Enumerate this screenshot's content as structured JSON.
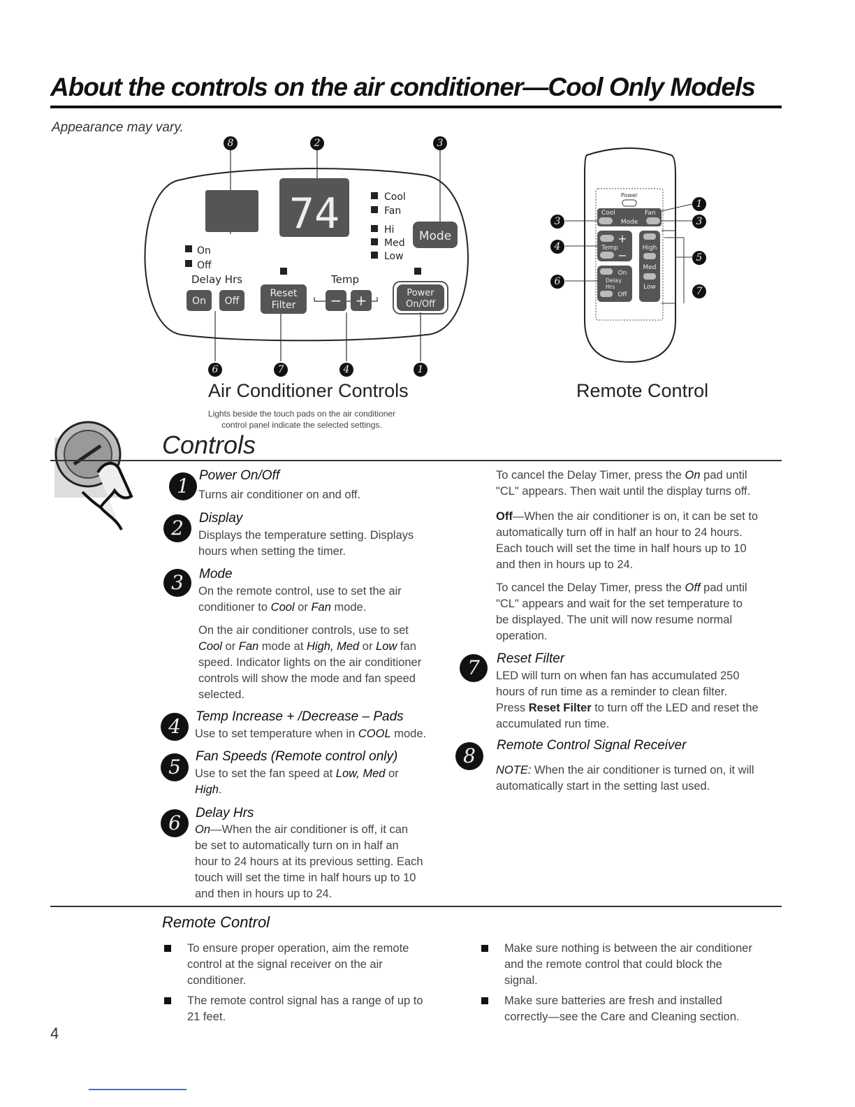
{
  "header": {
    "title": "About the controls on the air conditioner—Cool Only Models",
    "subtitle": "Appearance may vary."
  },
  "panel": {
    "display_digits": "74",
    "mode_labels": [
      "Cool",
      "Fan"
    ],
    "fan_labels": [
      "Hi",
      "Med",
      "Low"
    ],
    "mode_button": "Mode",
    "on_label": "On",
    "off_label": "Off",
    "delay_hrs_label": "Delay Hrs",
    "temp_label": "Temp",
    "btn_on": "On",
    "btn_off": "Off",
    "btn_reset": "Reset",
    "btn_filter": "Filter",
    "btn_minus": "−",
    "btn_plus": "+",
    "btn_power": "Power",
    "btn_onoff": "On/Off",
    "callouts_top": [
      "8",
      "2",
      "3"
    ],
    "callouts_bottom": [
      "6",
      "7",
      "4",
      "1"
    ],
    "caption": "Air Conditioner Controls",
    "note_line1": "Lights beside the touch pads on the air conditioner",
    "note_line2": "control panel indicate the selected settings."
  },
  "remote": {
    "caption": "Remote Control",
    "power": "Power",
    "cool": "Cool",
    "fan": "Fan",
    "mode": "Mode",
    "temp": "Temp",
    "high": "High",
    "med": "Med",
    "low": "Low",
    "on": "On",
    "delay": "Delay",
    "hrs": "Hrs",
    "off": "Off",
    "plus": "+",
    "minus": "−",
    "callouts_left": [
      "3",
      "4",
      "6"
    ],
    "callouts_right": [
      "1",
      "3",
      "5",
      "7"
    ]
  },
  "controls": {
    "heading": "Controls",
    "items": [
      {
        "num": "1",
        "title": "Power On/Off",
        "lines": [
          "Turns air conditioner on and off."
        ]
      },
      {
        "num": "2",
        "title": "Display",
        "lines": [
          "Displays the temperature setting. Displays",
          "hours when setting the timer."
        ]
      },
      {
        "num": "3",
        "title": "Mode"
      },
      {
        "num": "4",
        "title": "Temp Increase + /Decrease – Pads"
      },
      {
        "num": "5",
        "title": "Fan Speeds (Remote control only)"
      },
      {
        "num": "6",
        "title": "Delay Hrs"
      },
      {
        "num": "7",
        "title": "Reset Filter",
        "lines": [
          "LED will turn on when fan has accumulated 250",
          "hours of run time as a reminder to clean filter."
        ]
      },
      {
        "num": "8",
        "title": "Remote Control Signal Receiver"
      }
    ],
    "mode_p1_a": "On the remote control, use to set the air",
    "mode_p1_b": "conditioner to ",
    "mode_cool": "Cool",
    "mode_or": " or ",
    "mode_fan": "Fan",
    "mode_p1_c": " mode.",
    "mode_p2_a": "On the air conditioner controls, use to set",
    "mode_p2_b": " mode at ",
    "mode_high": "High, Med",
    "mode_low": "Low",
    "mode_p2_c": " fan",
    "mode_p2_d": "speed. Indicator lights on the air conditioner",
    "mode_p2_e": "controls will show the mode and fan speed",
    "mode_p2_f": "selected.",
    "temp_a": "Use to set temperature when in ",
    "temp_cool": "COOL",
    "temp_b": " mode.",
    "fan_a": "Use to set the fan speed at ",
    "fan_lowmed": "Low, Med",
    "fan_or": " or",
    "fan_high": "High",
    "fan_dot": ".",
    "delay_on": "On",
    "delay_on_rest": "—When the air conditioner is off, it can",
    "delay_l2": "be set to automatically turn on in half an",
    "delay_l3": "hour to 24 hours at its previous setting. Each",
    "delay_l4": "touch will set the time in half hours up to 10",
    "delay_l5": "and then in hours up to 24.",
    "cancel1_a": "To cancel the Delay Timer, press the ",
    "cancel1_on": "On",
    "cancel1_b": " pad until",
    "cancel1_l2": "\"CL\" appears. Then wait until the display turns off.",
    "off_label": "Off",
    "off_rest": "—When the air conditioner is on, it can be set to",
    "off_l2": "automatically turn off in half an hour to 24 hours.",
    "off_l3": "Each touch will set the time in half hours up to 10",
    "off_l4": "and then in hours up to 24.",
    "cancel2_a": "To cancel the Delay Timer, press the ",
    "cancel2_off": "Off",
    "cancel2_b": " pad until",
    "cancel2_l2": "\"CL\" appears and wait for the set temperature to",
    "cancel2_l3": "be displayed. The unit will now resume normal",
    "cancel2_l4": "operation.",
    "reset_press": "Press ",
    "reset_bold": "Reset Filter",
    "reset_rest": " to turn off the LED and reset the",
    "reset_l4": "accumulated run time.",
    "note_label": "NOTE:",
    "note_rest": " When the air conditioner is turned on, it will",
    "note_l2": "automatically start in the setting last used."
  },
  "remote_section": {
    "heading": "Remote Control",
    "bullets_left": [
      [
        "To ensure proper operation, aim the remote",
        "control at the signal receiver on the air",
        "conditioner."
      ],
      [
        "The remote control signal has a range of up to",
        "21 feet."
      ]
    ],
    "bullets_right": [
      [
        "Make sure nothing is between the air conditioner",
        "and the remote control that could block the",
        "signal."
      ],
      [
        "Make sure batteries are fresh and installed",
        "correctly—see the Care and Cleaning section."
      ]
    ]
  },
  "page_number": "4"
}
